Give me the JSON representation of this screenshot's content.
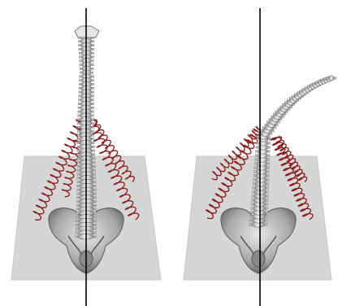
{
  "figure": {
    "panels": [
      {
        "id": "left",
        "spine_pose": "upright"
      },
      {
        "id": "right",
        "spine_pose": "bent"
      }
    ],
    "colors": {
      "background": "#ffffff",
      "floor": "#d6d6d6",
      "floor_edge": "#c4c4c4",
      "bone_light": "#f2f2f2",
      "bone_mid": "#bdbdbd",
      "bone_dark": "#6e6e6e",
      "spring": "#8b1a1a",
      "axis_line": "#000000"
    },
    "icons": [
      "spine-skeleton-icon",
      "pelvis-icon",
      "spring-icon"
    ]
  }
}
